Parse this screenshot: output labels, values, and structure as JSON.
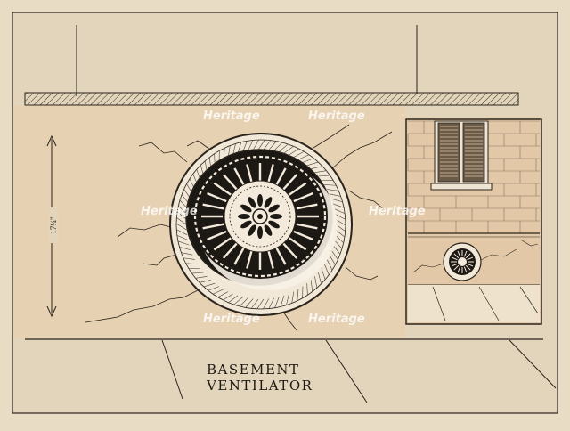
{
  "sheet": {
    "title_line1": "BASEMENT",
    "title_line2": "VENTILATOR",
    "dimension_label": "17¼\""
  },
  "watermarks": [
    "Heritage",
    "Heritage",
    "Heritage",
    "Heritage",
    "Heritage",
    "Heritage"
  ],
  "colors": {
    "paper": "#e9dcc4",
    "ink": "#1e1a14",
    "wash": "#e3c8a8"
  }
}
